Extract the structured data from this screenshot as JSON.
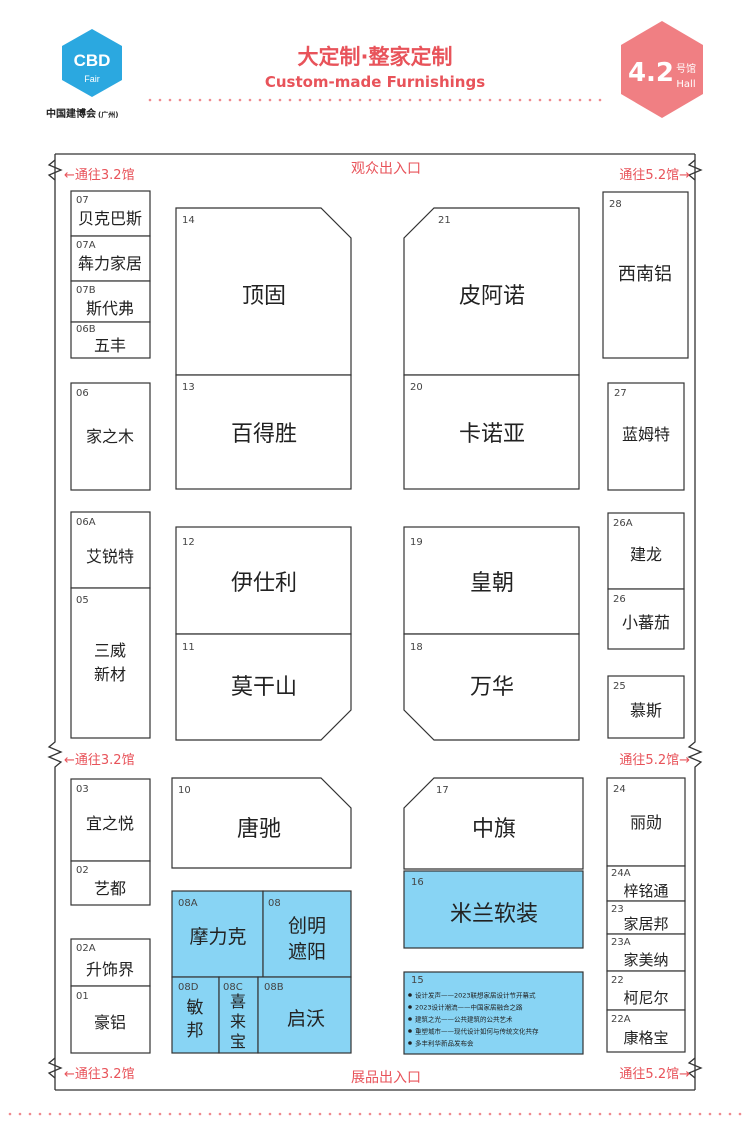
{
  "header": {
    "logo_main": "CBD",
    "logo_sub": "Fair",
    "logo_caption": "中国建博会",
    "logo_caption_small": "(广州)",
    "title_cn": "大定制·整家定制",
    "title_en": "Custom-made Furnishings",
    "hall_number": "4.2",
    "hall_cn": "号馆",
    "hall_en": "Hall"
  },
  "signs": {
    "to_32": "←通往3.2馆",
    "to_52": "通往5.2馆→",
    "visitor_entrance": "观众出入口",
    "exhibit_entrance": "展品出入口"
  },
  "colors": {
    "accent": "#e8535a",
    "highlight_booth": "#88d4f4",
    "logo_blue": "#2ba8e0",
    "badge": "#f07f83"
  },
  "booths": [
    {
      "id": "07",
      "name": "贝克巴斯"
    },
    {
      "id": "07A",
      "name": "犇力家居"
    },
    {
      "id": "07B",
      "name": "斯代弗"
    },
    {
      "id": "06B",
      "name": "五丰"
    },
    {
      "id": "06",
      "name": "家之木"
    },
    {
      "id": "06A",
      "name": "艾锐特"
    },
    {
      "id": "05",
      "name": "三威"
    },
    {
      "id": "05",
      "name": "新材"
    },
    {
      "id": "03",
      "name": "宜之悦"
    },
    {
      "id": "02",
      "name": "艺都"
    },
    {
      "id": "02A",
      "name": "升饰界"
    },
    {
      "id": "01",
      "name": "豪铝"
    },
    {
      "id": "14",
      "name": "顶固"
    },
    {
      "id": "13",
      "name": "百得胜"
    },
    {
      "id": "12",
      "name": "伊仕利"
    },
    {
      "id": "11",
      "name": "莫干山"
    },
    {
      "id": "10",
      "name": "唐驰"
    },
    {
      "id": "08A",
      "name": "摩力克"
    },
    {
      "id": "08",
      "name": "创明"
    },
    {
      "id": "08",
      "name": "遮阳"
    },
    {
      "id": "08D",
      "name": "敏"
    },
    {
      "id": "08D",
      "name": "邦"
    },
    {
      "id": "08C",
      "name": "喜"
    },
    {
      "id": "08C",
      "name": "来"
    },
    {
      "id": "08C",
      "name": "宝"
    },
    {
      "id": "08B",
      "name": "启沃"
    },
    {
      "id": "21",
      "name": "皮阿诺"
    },
    {
      "id": "20",
      "name": "卡诺亚"
    },
    {
      "id": "19",
      "name": "皇朝"
    },
    {
      "id": "18",
      "name": "万华"
    },
    {
      "id": "17",
      "name": "中旗"
    },
    {
      "id": "16",
      "name": "米兰软装"
    },
    {
      "id": "15",
      "name": ""
    },
    {
      "id": "28",
      "name": "西南铝"
    },
    {
      "id": "27",
      "name": "蓝姆特"
    },
    {
      "id": "26A",
      "name": "建龙"
    },
    {
      "id": "26",
      "name": "小蕃茄"
    },
    {
      "id": "25",
      "name": "慕斯"
    },
    {
      "id": "24",
      "name": "丽勋"
    },
    {
      "id": "24A",
      "name": "梓铭通"
    },
    {
      "id": "23",
      "name": "家居邦"
    },
    {
      "id": "23A",
      "name": "家美纳"
    },
    {
      "id": "22",
      "name": "柯尼尔"
    },
    {
      "id": "22A",
      "name": "康格宝"
    }
  ],
  "booth15_list": [
    "设计发声——2023联想家居设计节开幕式",
    "2023设计潮流——中国家居融合之路",
    "建筑之光——公共建筑的公共艺术",
    "重塑城市——现代设计如何与传统文化共存",
    "多丰利华新品发布会"
  ]
}
